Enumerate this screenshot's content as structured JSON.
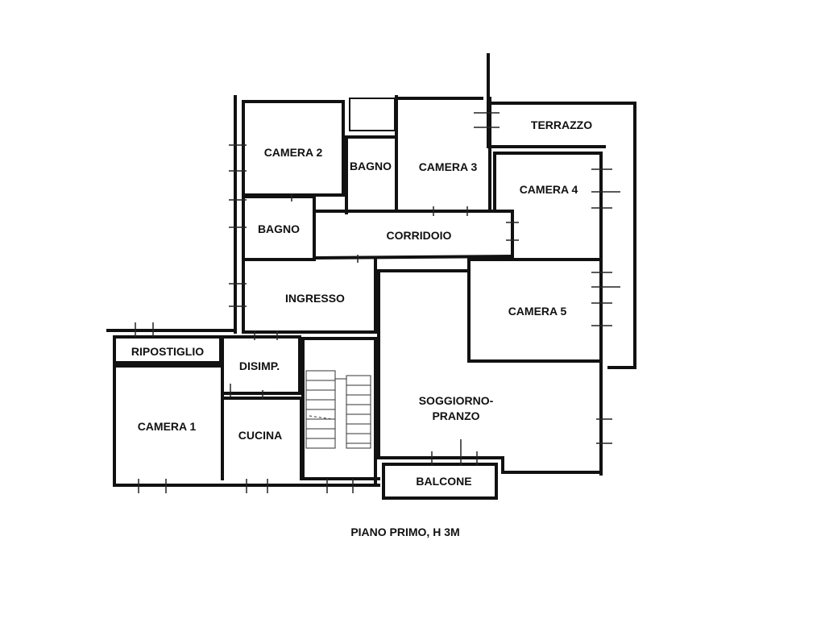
{
  "rooms": {
    "camera2": "CAMERA 2",
    "bagno_top": "BAGNO",
    "camera3": "CAMERA 3",
    "terrazzo": "TERRAZZO",
    "camera4": "CAMERA 4",
    "bagno_left": "BAGNO",
    "corridoio": "CORRIDOIO",
    "ingresso": "INGRESSO",
    "camera5": "CAMERA 5",
    "ripostiglio": "RIPOSTIGLIO",
    "disimp": "DISIMP.",
    "camera1": "CAMERA 1",
    "cucina": "CUCINA",
    "soggiorno_line1": "SOGGIORNO-",
    "soggiorno_line2": "PRANZO",
    "balcone": "BALCONE"
  },
  "caption": "PIANO PRIMO, H 3M"
}
